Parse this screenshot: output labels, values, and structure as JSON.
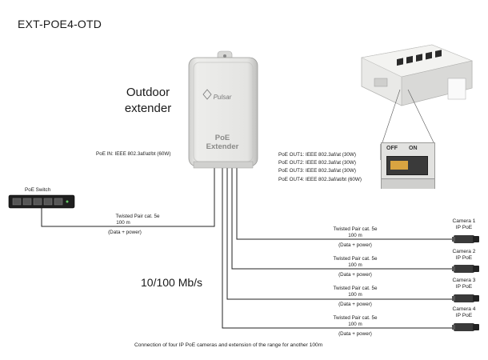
{
  "title": "EXT-POE4-OTD",
  "extender": {
    "label_line1": "Outdoor",
    "label_line2": "extender",
    "brand": "Pulsar",
    "device_text_line1": "PoE",
    "device_text_line2": "Extender"
  },
  "poe_in": "PoE IN: IEEE 802.3af/at/bt (60W)",
  "poe_outs": [
    "PoE OUT1: IEEE 802.3af/at (30W)",
    "PoE OUT2: IEEE 802.3af/at (30W)",
    "PoE OUT3: IEEE 802.3af/at (30W)",
    "PoE OUT4: IEEE 802.3af/at/bt (60W)"
  ],
  "switch_label": "PoE Switch",
  "switch_toggle": {
    "off": "OFF",
    "on": "ON"
  },
  "input_link": {
    "line1": "Twisted Pair cat. 5e",
    "line2": "100 m",
    "line3": "(Data + power)"
  },
  "links": [
    {
      "line1": "Twisted Pair cat. 5e",
      "line2": "100 m",
      "line3": "(Data + power)"
    },
    {
      "line1": "Twisted Pair cat. 5e",
      "line2": "100 m",
      "line3": "(Data + power)"
    },
    {
      "line1": "Twisted Pair cat. 5e",
      "line2": "100 m",
      "line3": "(Data + power)"
    },
    {
      "line1": "Twisted Pair cat. 5e",
      "line2": "100 m",
      "line3": "(Data + power)"
    }
  ],
  "cameras": [
    {
      "name": "Camera 1",
      "type": "IP PoE"
    },
    {
      "name": "Camera 2",
      "type": "IP PoE"
    },
    {
      "name": "Camera 3",
      "type": "IP PoE"
    },
    {
      "name": "Camera 4",
      "type": "IP PoE"
    }
  ],
  "speed": "10/100 Mb/s",
  "caption": "Connection of four IP PoE cameras and extension of the range for another 100m"
}
